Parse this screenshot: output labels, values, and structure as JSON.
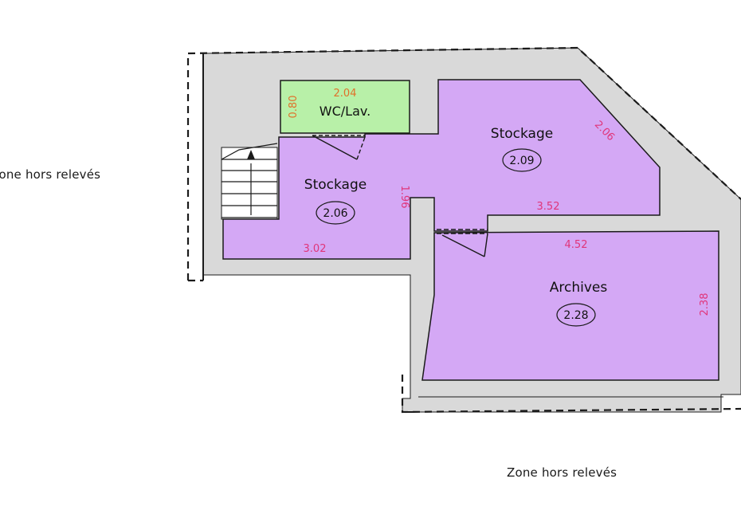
{
  "colors": {
    "wall_fill": "#d9d9d9",
    "room_fill": "#d4a8f5",
    "wc_fill": "#b8f0a8",
    "dimension_pink": "#e0357a",
    "dimension_orange": "#e0702a",
    "outline": "#1a1a1a"
  },
  "labels": {
    "zone_left": "Zone hors relevés",
    "zone_bottom": "Zone hors relevés"
  },
  "rooms": {
    "wc": {
      "name": "WC/Lav.",
      "dim_width": "2.04",
      "dim_depth": "0.80"
    },
    "stockage_left": {
      "name": "Stockage",
      "height": "2.06",
      "dim_width": "3.02",
      "dim_depth": "1.96"
    },
    "stockage_right": {
      "name": "Stockage",
      "height": "2.09",
      "dim_width": "3.52",
      "dim_diag": "2.06"
    },
    "archives": {
      "name": "Archives",
      "height": "2.28",
      "dim_width": "4.52",
      "dim_depth": "2.38"
    }
  },
  "icons": {
    "stairs": "stairs-icon",
    "stair_arrow": "arrow-up-icon"
  }
}
